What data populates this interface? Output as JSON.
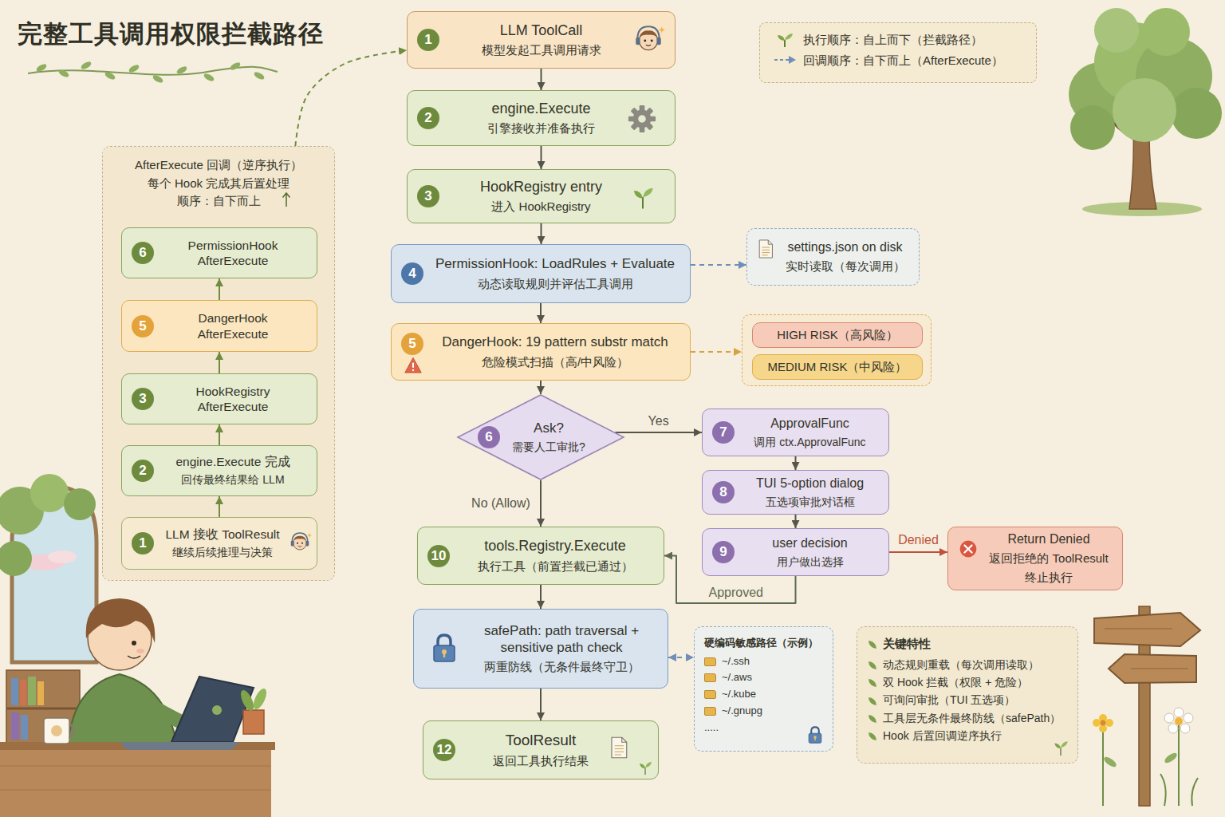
{
  "diagram": {
    "title": "完整工具调用权限拦截路径",
    "nodes": [
      {
        "text": [
          "1",
          "LLM ToolCall",
          "模型发起工具调用请求"
        ]
      },
      {
        "text": [
          "2",
          "engine.Execute",
          "引擎接收并准备执行"
        ]
      },
      {
        "text": [
          "3",
          "HookRegistry entry",
          "进入 HookRegistry"
        ]
      },
      {
        "text": [
          "4",
          "PermissionHook: LoadRules + Evaluate",
          "动态读取规则并评估工具调用"
        ]
      },
      {
        "text": [
          "settings.json on disk",
          "实时读取（每次调用）"
        ]
      },
      {
        "text": [
          "5",
          "DangerHook: 19 pattern substr match",
          "危险模式扫描（高/中风险）"
        ]
      },
      {
        "text": []
      },
      {
        "text": [
          "HIGH RISK（高风险）"
        ],
        "in": 6
      },
      {
        "text": [
          "MEDIUM RISK（中风险）"
        ],
        "in": 6
      },
      {
        "text": [
          "6",
          "Ask?",
          "需要人工审批?"
        ]
      },
      {
        "text": [
          "7",
          "ApprovalFunc",
          "调用 ctx.ApprovalFunc"
        ]
      },
      {
        "text": [
          "8",
          "TUI 5-option dialog",
          "五选项审批对话框"
        ]
      },
      {
        "text": [
          "9",
          "user decision",
          "用户做出选择"
        ]
      },
      {
        "text": [
          "Return Denied",
          "返回拒绝的 ToolResult",
          "终止执行"
        ]
      },
      {
        "text": [
          "10",
          "tools.Registry.Execute",
          "执行工具（前置拦截已通过）"
        ]
      },
      {
        "text": [
          "safePath: path traversal + sensitive path check",
          "两重防线（无条件最终守卫）"
        ]
      },
      {
        "text": [
          "硬编码敏感路径（示例）",
          "~/.ssh",
          "~/.aws",
          "~/.kube",
          "~/.gnupg",
          "....."
        ]
      },
      {
        "text": [
          "12",
          "ToolResult",
          "返回工具执行结果"
        ]
      },
      {
        "text": [
          "AfterExecute 回调（逆序执行）",
          "每个 Hook 完成其后置处理",
          "顺序：自下而上"
        ]
      },
      {
        "text": [
          "6",
          "PermissionHook AfterExecute"
        ],
        "in": 18
      },
      {
        "text": [
          "5",
          "DangerHook AfterExecute"
        ],
        "in": 18
      },
      {
        "text": [
          "3",
          "HookRegistry AfterExecute"
        ],
        "in": 18
      },
      {
        "text": [
          "2",
          "engine.Execute 完成",
          "回传最终结果给 LLM"
        ],
        "in": 18
      },
      {
        "text": [
          "1",
          "LLM 接收 ToolResult",
          "继续后续推理与决策"
        ],
        "in": 18
      },
      {
        "text": [
          "关键特性",
          "动态规则重载（每次调用读取）",
          "双 Hook 拦截（权限 + 危险）",
          "可询问审批（TUI 五选项）",
          "工具层无条件最终防线（safePath）",
          "Hook 后置回调逆序执行"
        ]
      }
    ],
    "edges": [
      {
        "from": 0,
        "to": 1,
        "arrow": "to"
      },
      {
        "from": 1,
        "to": 2,
        "arrow": "to"
      },
      {
        "from": 2,
        "to": 3,
        "arrow": "to"
      },
      {
        "from": 3,
        "to": 4,
        "arrow": "to"
      },
      {
        "from": 3,
        "to": 5,
        "arrow": "to"
      },
      {
        "from": 5,
        "to": 6,
        "arrow": "to"
      },
      {
        "from": 5,
        "to": 9,
        "arrow": "to"
      },
      {
        "from": 9,
        "to": 10,
        "label": "Yes",
        "arrow": "to"
      },
      {
        "from": 10,
        "to": 11,
        "arrow": "to"
      },
      {
        "from": 11,
        "to": 12,
        "arrow": "to"
      },
      {
        "from": 12,
        "to": 13,
        "label": "Denied",
        "arrow": "to"
      },
      {
        "from": 12,
        "to": 14,
        "label": "Approved",
        "arrow": "to"
      },
      {
        "from": 9,
        "to": 14,
        "label": "No (Allow)",
        "arrow": "to"
      },
      {
        "from": 14,
        "to": 15,
        "arrow": "to"
      },
      {
        "from": 15,
        "to": 16,
        "arrow": "both"
      },
      {
        "from": 15,
        "to": 17,
        "arrow": "to"
      },
      {
        "from": 23,
        "to": 22,
        "arrow": "to"
      },
      {
        "from": 22,
        "to": 21,
        "arrow": "to"
      },
      {
        "from": 21,
        "to": 20,
        "arrow": "to"
      },
      {
        "from": 20,
        "to": 19,
        "arrow": "to"
      },
      {
        "from": 18,
        "to": 0,
        "arrow": "to"
      }
    ],
    "legend": [
      {
        "text": "执行顺序：自上而下（拦截路径）"
      },
      {
        "text": "回调顺序：自下而上（AfterExecute）"
      }
    ]
  }
}
